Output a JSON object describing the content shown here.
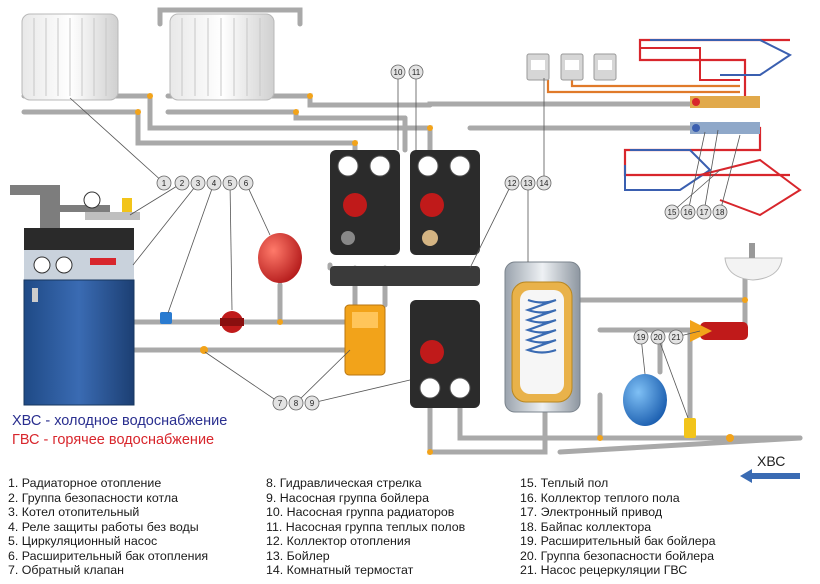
{
  "legend": {
    "cold": "ХВС - холодное водоснабжение",
    "hot": "ГВС - горячее водоснабжение"
  },
  "arrow_label": "ХВС",
  "items": [
    "1. Радиаторное отопление",
    "2. Группа безопасности котла",
    "3. Котел отопительный",
    "4. Реле защиты работы без воды",
    "5. Циркуляционный насос",
    "6. Расширительный бак отопления",
    "7. Обратный клапан",
    "8. Гидравлическая стрелка",
    "9. Насосная группа бойлера",
    "10. Насосная группа радиаторов",
    "11. Насосная группа теплых полов",
    "12. Коллектор отопления",
    "13. Бойлер",
    "14. Комнатный термостат",
    "15. Теплый пол",
    "16. Коллектор теплого пола",
    "17. Электронный привод",
    "18. Байпас коллектора",
    "19. Расширительный бак бойлера",
    "20. Группа безопасности бойлера",
    "21. Насос рецеркуляции ГВС"
  ],
  "callouts": [
    "1",
    "2",
    "3",
    "4",
    "5",
    "6",
    "7",
    "8",
    "9",
    "10",
    "11",
    "12",
    "13",
    "14",
    "15",
    "16",
    "17",
    "18",
    "19",
    "20",
    "21"
  ],
  "colors": {
    "pipe_gray": "#a9a9a9",
    "pipe_hot": "#d8262c",
    "pipe_cold": "#3a5fb0",
    "boiler_blue": "#2f5c9e",
    "expansion_red": "#d42a2a",
    "expansion_blue": "#2a7bd0",
    "fitting": "#f2a31a"
  }
}
